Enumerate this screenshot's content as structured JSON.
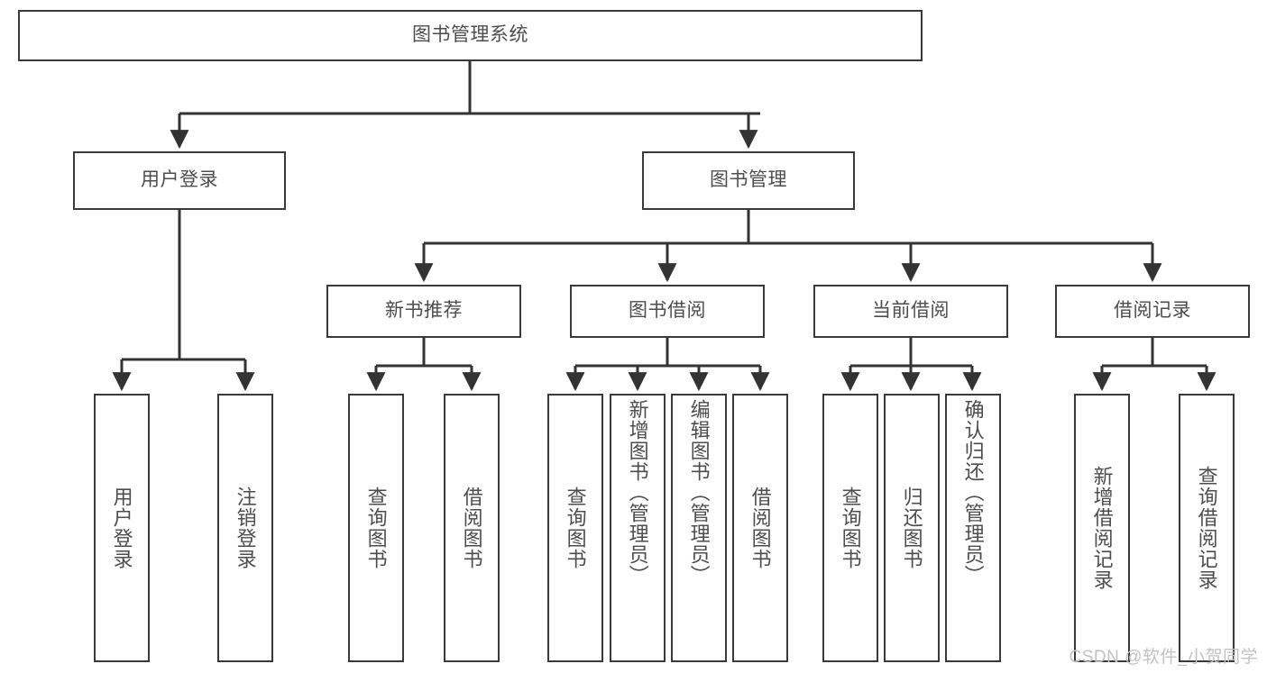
{
  "diagram": {
    "title": "图书管理系统",
    "type": "tree-hierarchy",
    "watermark": "CSDN @软件_小贺同学",
    "colors": {
      "box_border": "#3a3a3a",
      "box_fill": "#ffffff",
      "text": "#4d4d4d",
      "connector": "#333333",
      "watermark": "#c2c2c2",
      "background": "#ffffff"
    },
    "root": {
      "label": "图书管理系统"
    },
    "level2": [
      {
        "label": "用户登录"
      },
      {
        "label": "图书管理"
      }
    ],
    "level3": [
      {
        "label": "新书推荐"
      },
      {
        "label": "图书借阅"
      },
      {
        "label": "当前借阅"
      },
      {
        "label": "借阅记录"
      }
    ],
    "leaves": {
      "user_login": [
        {
          "label": "用户登录"
        },
        {
          "label": "注销登录"
        }
      ],
      "new_book_recommend": [
        {
          "label": "查询图书"
        },
        {
          "label": "借阅图书"
        }
      ],
      "book_borrow": [
        {
          "label": "查询图书"
        },
        {
          "label": "新增图书（管理员）"
        },
        {
          "label": "编辑图书（管理员）"
        },
        {
          "label": "借阅图书"
        }
      ],
      "current_borrow": [
        {
          "label": "查询图书"
        },
        {
          "label": "归还图书"
        },
        {
          "label": "确认归还（管理员）"
        }
      ],
      "borrow_record": [
        {
          "label": "新增借阅记录"
        },
        {
          "label": "查询借阅记录"
        }
      ]
    }
  }
}
